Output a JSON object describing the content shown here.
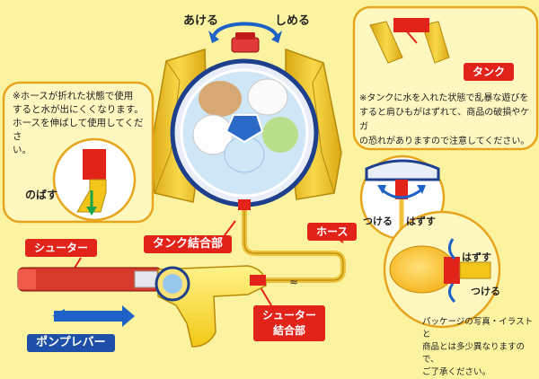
{
  "top_labels": {
    "open": "あける",
    "close": "しめる"
  },
  "left_note": {
    "lines": [
      "※ホースが折れた状態で使用",
      "すると水が出にくくなります。",
      "ホースを伸ばして使用してくださ",
      "い。"
    ],
    "stretch_label": "のばす"
  },
  "right_note": {
    "tank_label": "タンク",
    "lines": [
      "※タンクに水を入れた状態で乱暴な遊びを",
      "すると肩ひもがはずれて、商品の破損やケガ",
      "の恐れがありますので注意してください。"
    ]
  },
  "callouts": {
    "shooter": "シューター",
    "tank_joint": "タンク結合部",
    "hose": "ホース",
    "shooter_joint_line1": "シューター",
    "shooter_joint_line2": "結合部",
    "pump_lever": "ポンプレバー"
  },
  "tank_detail": {
    "attach": "つける",
    "detach": "はずす"
  },
  "nozzle_detail": {
    "detach": "はずす",
    "attach": "つける"
  },
  "footer_note": {
    "lines": [
      "パッケージの写真・イラストと",
      "商品とは多少異なりますので、",
      "ご了承ください。"
    ]
  },
  "colors": {
    "background": "#fbf3a0",
    "accent_red": "#e2231a",
    "blue": "#1d4fa8",
    "strap_yellow": "#f3c51a",
    "note_border": "#e6a51c"
  }
}
